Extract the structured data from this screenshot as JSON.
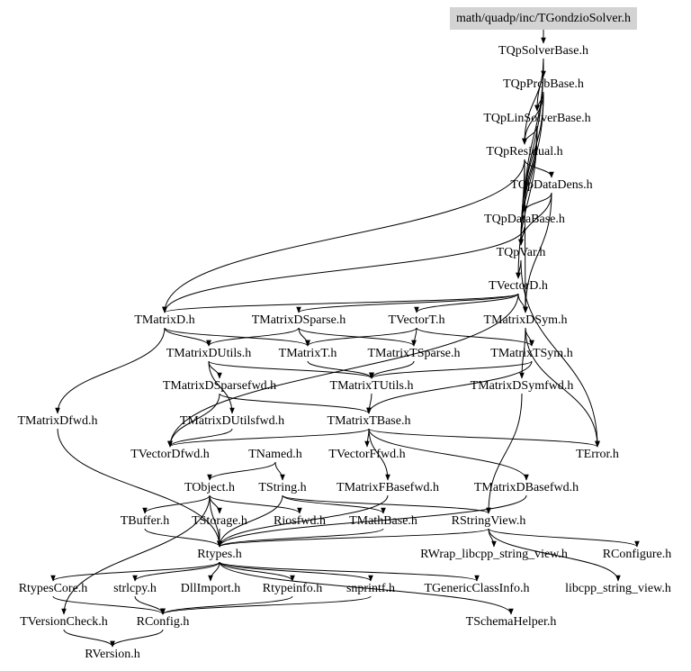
{
  "nodes": [
    {
      "id": "n0",
      "label": "math/quadp/inc/TGondzioSolver.h",
      "root": true
    },
    {
      "id": "n1",
      "label": "TQpSolverBase.h"
    },
    {
      "id": "n2",
      "label": "TQpProbBase.h"
    },
    {
      "id": "n3",
      "label": "TQpLinSolverBase.h"
    },
    {
      "id": "n4",
      "label": "TQpResidual.h"
    },
    {
      "id": "n5",
      "label": "TQpDataDens.h"
    },
    {
      "id": "n6",
      "label": "TQpDataBase.h"
    },
    {
      "id": "n7",
      "label": "TQpVar.h"
    },
    {
      "id": "n8",
      "label": "TVectorD.h"
    },
    {
      "id": "n9",
      "label": "TMatrixD.h"
    },
    {
      "id": "n10",
      "label": "TMatrixDSparse.h"
    },
    {
      "id": "n11",
      "label": "TVectorT.h"
    },
    {
      "id": "n12",
      "label": "TMatrixDSym.h"
    },
    {
      "id": "n13",
      "label": "TMatrixDUtils.h"
    },
    {
      "id": "n14",
      "label": "TMatrixT.h"
    },
    {
      "id": "n15",
      "label": "TMatrixTSparse.h"
    },
    {
      "id": "n16",
      "label": "TMatrixTSym.h"
    },
    {
      "id": "n17",
      "label": "TMatrixDSparsefwd.h"
    },
    {
      "id": "n18",
      "label": "TMatrixTUtils.h"
    },
    {
      "id": "n19",
      "label": "TMatrixDSymfwd.h"
    },
    {
      "id": "n20",
      "label": "TMatrixDfwd.h"
    },
    {
      "id": "n21",
      "label": "TMatrixDUtilsfwd.h"
    },
    {
      "id": "n22",
      "label": "TMatrixTBase.h"
    },
    {
      "id": "n23",
      "label": "TVectorDfwd.h"
    },
    {
      "id": "n24",
      "label": "TNamed.h"
    },
    {
      "id": "n25",
      "label": "TVectorFfwd.h"
    },
    {
      "id": "n26",
      "label": "TError.h"
    },
    {
      "id": "n27",
      "label": "TObject.h"
    },
    {
      "id": "n28",
      "label": "TString.h"
    },
    {
      "id": "n29",
      "label": "TMatrixFBasefwd.h"
    },
    {
      "id": "n30",
      "label": "TMatrixDBasefwd.h"
    },
    {
      "id": "n31",
      "label": "TBuffer.h"
    },
    {
      "id": "n32",
      "label": "TStorage.h"
    },
    {
      "id": "n33",
      "label": "Riosfwd.h"
    },
    {
      "id": "n34",
      "label": "TMathBase.h"
    },
    {
      "id": "n35",
      "label": "RStringView.h"
    },
    {
      "id": "n36",
      "label": "Rtypes.h"
    },
    {
      "id": "n37",
      "label": "RWrap_libcpp_string_view.h"
    },
    {
      "id": "n38",
      "label": "RConfigure.h"
    },
    {
      "id": "n39",
      "label": "RtypesCore.h"
    },
    {
      "id": "n40",
      "label": "strlcpy.h"
    },
    {
      "id": "n41",
      "label": "DllImport.h"
    },
    {
      "id": "n42",
      "label": "Rtypeinfo.h"
    },
    {
      "id": "n43",
      "label": "snprintf.h"
    },
    {
      "id": "n44",
      "label": "TGenericClassInfo.h"
    },
    {
      "id": "n45",
      "label": "libcpp_string_view.h"
    },
    {
      "id": "n46",
      "label": "TVersionCheck.h"
    },
    {
      "id": "n47",
      "label": "RConfig.h"
    },
    {
      "id": "n48",
      "label": "TSchemaHelper.h"
    },
    {
      "id": "n49",
      "label": "RVersion.h"
    }
  ],
  "edges": [
    [
      "n0",
      "n1"
    ],
    [
      "n1",
      "n2"
    ],
    [
      "n1",
      "n3"
    ],
    [
      "n1",
      "n4"
    ],
    [
      "n1",
      "n6"
    ],
    [
      "n1",
      "n7"
    ],
    [
      "n2",
      "n3"
    ],
    [
      "n2",
      "n4"
    ],
    [
      "n2",
      "n6"
    ],
    [
      "n2",
      "n7"
    ],
    [
      "n3",
      "n4"
    ],
    [
      "n3",
      "n6"
    ],
    [
      "n3",
      "n7"
    ],
    [
      "n3",
      "n8"
    ],
    [
      "n4",
      "n5"
    ],
    [
      "n4",
      "n7"
    ],
    [
      "n4",
      "n9"
    ],
    [
      "n4",
      "n12"
    ],
    [
      "n5",
      "n6"
    ],
    [
      "n5",
      "n7"
    ],
    [
      "n5",
      "n12"
    ],
    [
      "n6",
      "n7"
    ],
    [
      "n6",
      "n9"
    ],
    [
      "n7",
      "n8"
    ],
    [
      "n7",
      "n26"
    ],
    [
      "n8",
      "n9"
    ],
    [
      "n8",
      "n10"
    ],
    [
      "n8",
      "n11"
    ],
    [
      "n8",
      "n12"
    ],
    [
      "n8",
      "n23"
    ],
    [
      "n9",
      "n20"
    ],
    [
      "n9",
      "n13"
    ],
    [
      "n9",
      "n14"
    ],
    [
      "n10",
      "n13"
    ],
    [
      "n10",
      "n15"
    ],
    [
      "n10",
      "n14"
    ],
    [
      "n11",
      "n14"
    ],
    [
      "n11",
      "n15"
    ],
    [
      "n11",
      "n16"
    ],
    [
      "n12",
      "n16"
    ],
    [
      "n12",
      "n19"
    ],
    [
      "n12",
      "n26"
    ],
    [
      "n13",
      "n17"
    ],
    [
      "n13",
      "n21"
    ],
    [
      "n13",
      "n18"
    ],
    [
      "n14",
      "n18"
    ],
    [
      "n15",
      "n18"
    ],
    [
      "n16",
      "n18"
    ],
    [
      "n16",
      "n22"
    ],
    [
      "n17",
      "n22"
    ],
    [
      "n17",
      "n23"
    ],
    [
      "n18",
      "n22"
    ],
    [
      "n19",
      "n35"
    ],
    [
      "n20",
      "n36"
    ],
    [
      "n21",
      "n23"
    ],
    [
      "n22",
      "n23"
    ],
    [
      "n22",
      "n25"
    ],
    [
      "n22",
      "n29"
    ],
    [
      "n22",
      "n30"
    ],
    [
      "n22",
      "n26"
    ],
    [
      "n24",
      "n27"
    ],
    [
      "n24",
      "n28"
    ],
    [
      "n27",
      "n31"
    ],
    [
      "n27",
      "n32"
    ],
    [
      "n27",
      "n33"
    ],
    [
      "n27",
      "n46"
    ],
    [
      "n27",
      "n36"
    ],
    [
      "n28",
      "n34"
    ],
    [
      "n28",
      "n35"
    ],
    [
      "n28",
      "n36"
    ],
    [
      "n29",
      "n36"
    ],
    [
      "n30",
      "n36"
    ],
    [
      "n31",
      "n36"
    ],
    [
      "n32",
      "n36"
    ],
    [
      "n34",
      "n36"
    ],
    [
      "n35",
      "n37"
    ],
    [
      "n35",
      "n38"
    ],
    [
      "n35",
      "n45"
    ],
    [
      "n35",
      "n36"
    ],
    [
      "n36",
      "n39"
    ],
    [
      "n36",
      "n40"
    ],
    [
      "n36",
      "n41"
    ],
    [
      "n36",
      "n42"
    ],
    [
      "n36",
      "n43"
    ],
    [
      "n36",
      "n44"
    ],
    [
      "n36",
      "n48"
    ],
    [
      "n39",
      "n47"
    ],
    [
      "n40",
      "n47"
    ],
    [
      "n42",
      "n47"
    ],
    [
      "n43",
      "n47"
    ],
    [
      "n46",
      "n49"
    ],
    [
      "n47",
      "n49"
    ]
  ]
}
